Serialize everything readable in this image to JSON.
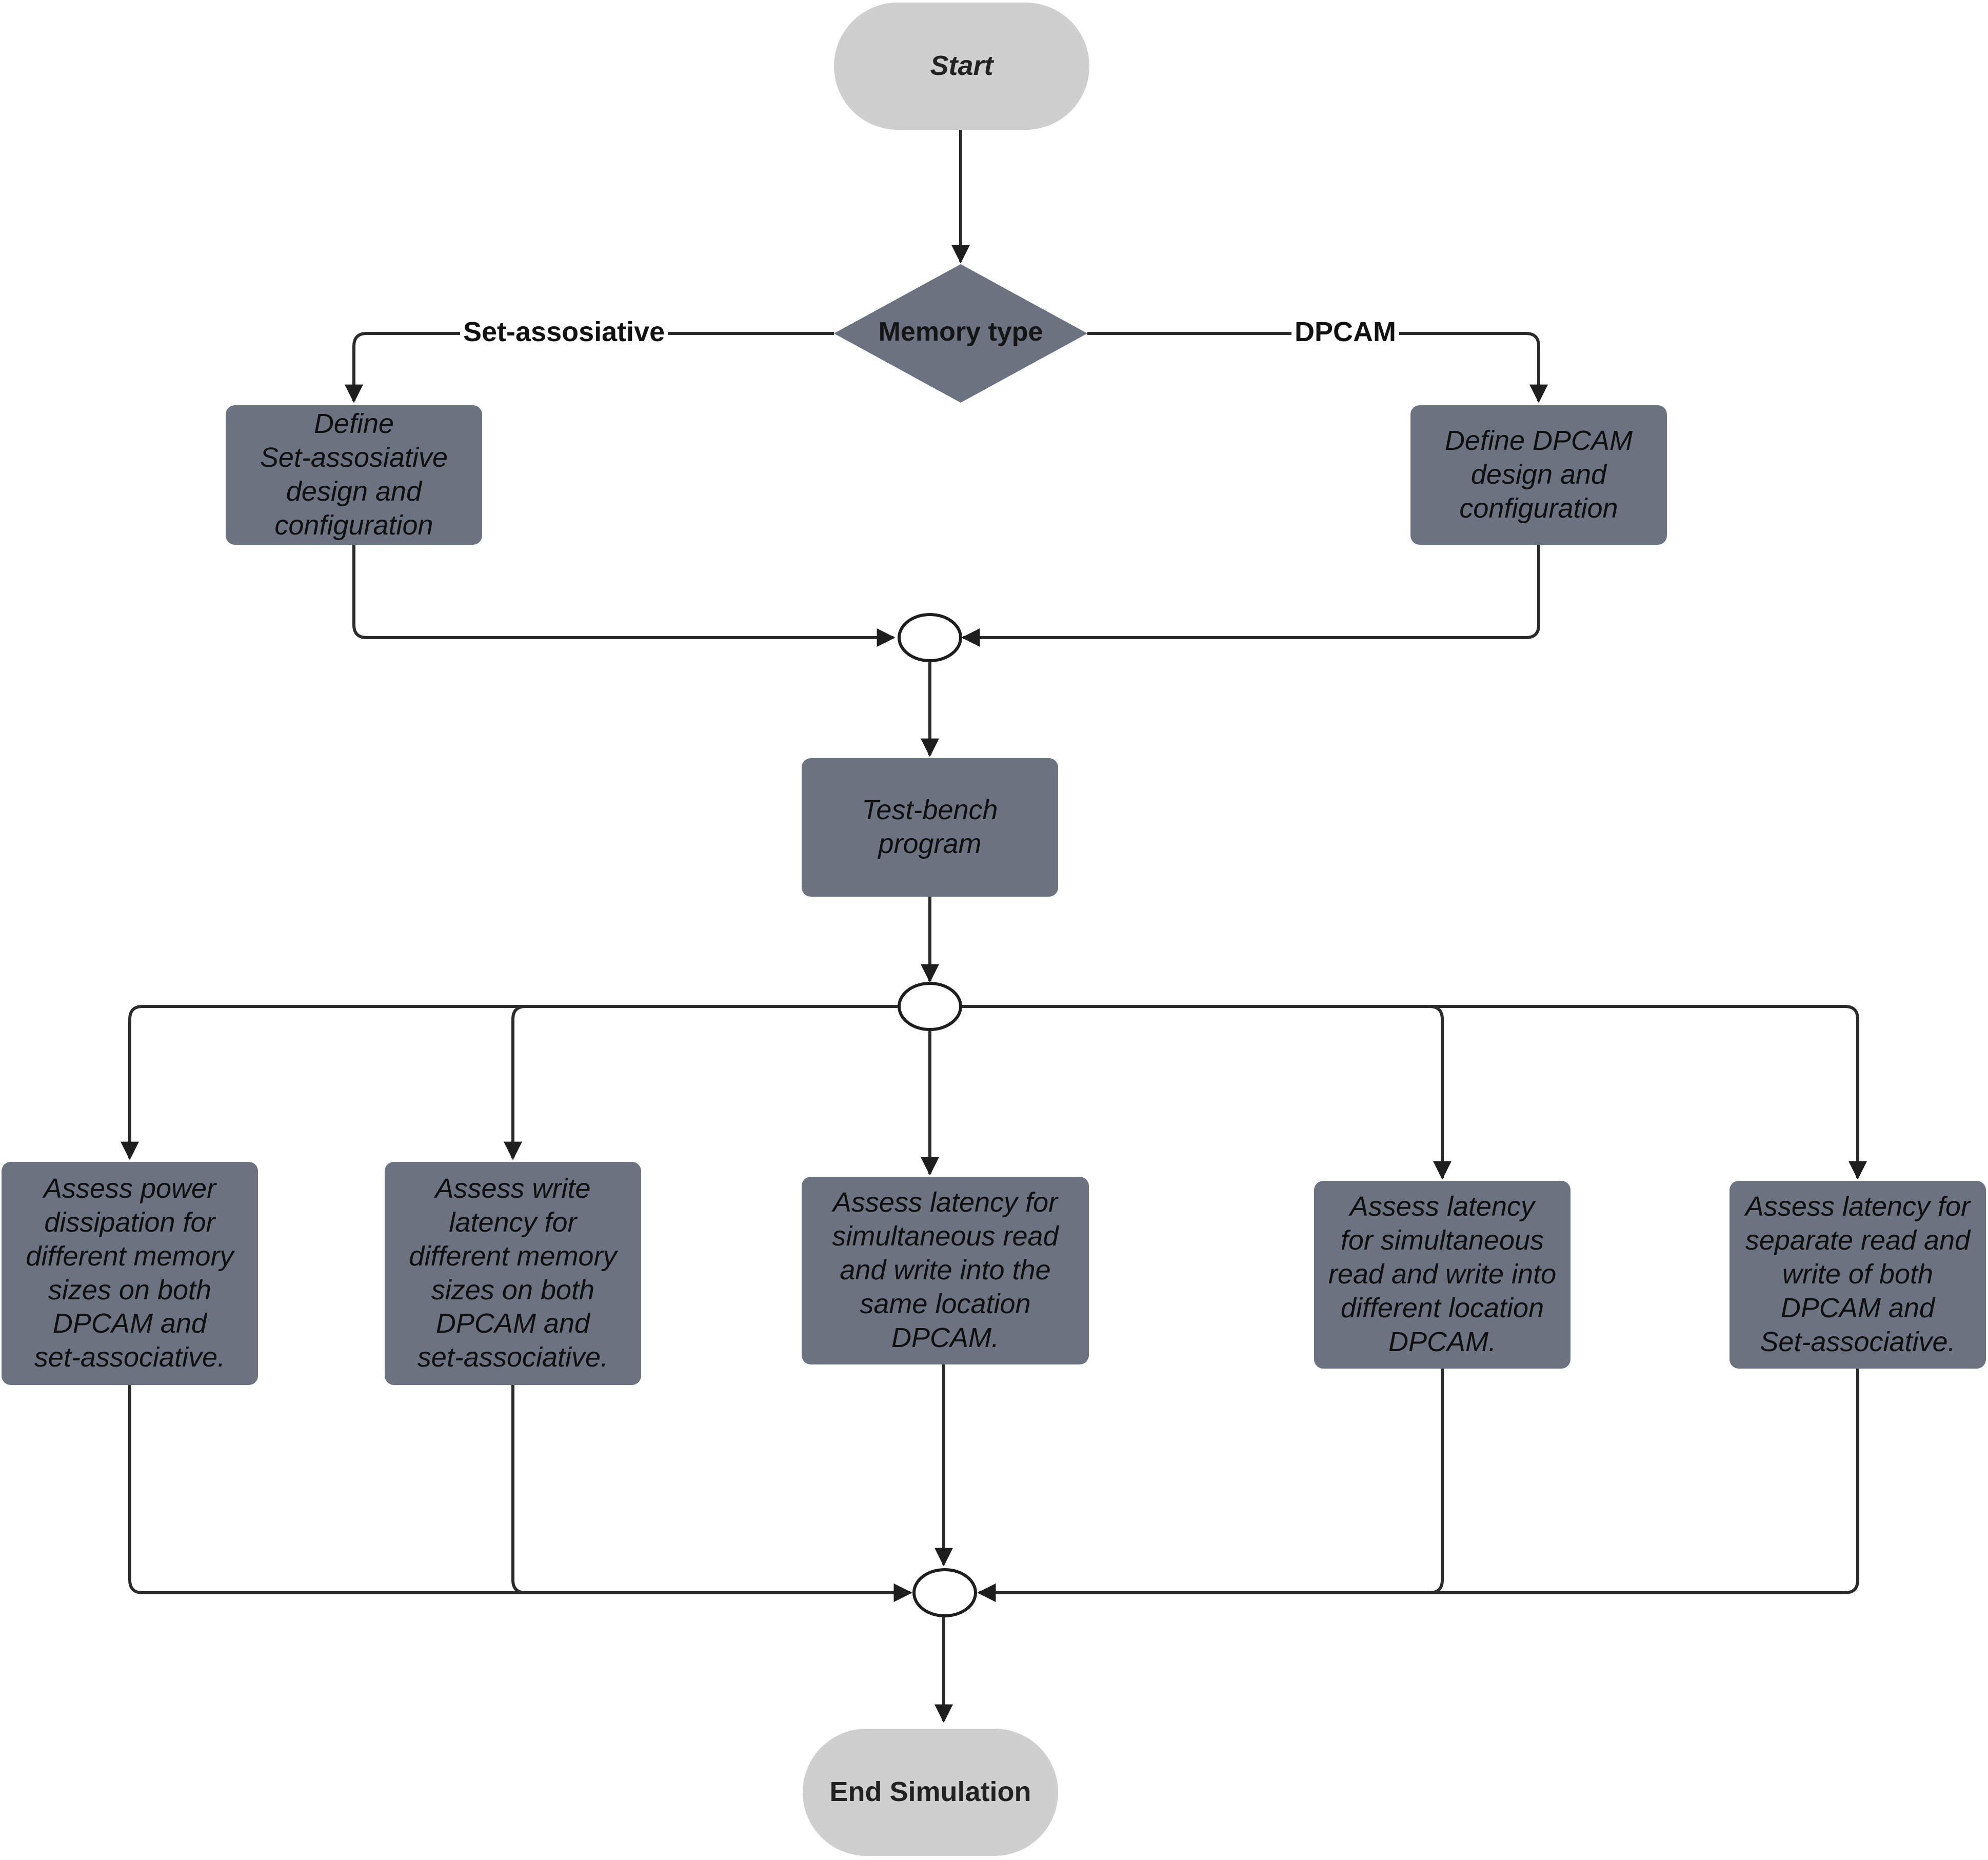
{
  "diagram": {
    "start": "Start",
    "decision": "Memory type",
    "branch_left_label": "Set-assosiative",
    "branch_right_label": "DPCAM",
    "define_set": "Define\nSet-assosiative\ndesign and\nconfiguration",
    "define_dpcam": "Define DPCAM\ndesign and\nconfiguration",
    "testbench": "Test-bench\nprogram",
    "assess": [
      "Assess power\ndissipation for\ndifferent memory\nsizes on both\nDPCAM and\nset-associative.",
      "Assess write\nlatency for\ndifferent memory\nsizes on both\nDPCAM and\nset-associative.",
      "Assess latency for\nsimultaneous read\nand write into the\nsame location\nDPCAM.",
      "Assess latency\nfor simultaneous\nread and write into\ndifferent location\nDPCAM.",
      "Assess latency for\nseparate read and\nwrite of both\nDPCAM and\nSet-associative."
    ],
    "end": "End Simulation"
  },
  "colors": {
    "process_fill": "#6b7380",
    "terminal_fill": "#cfcfcf",
    "decision_fill": "#6b7380",
    "connector": "#2b2b2b"
  }
}
